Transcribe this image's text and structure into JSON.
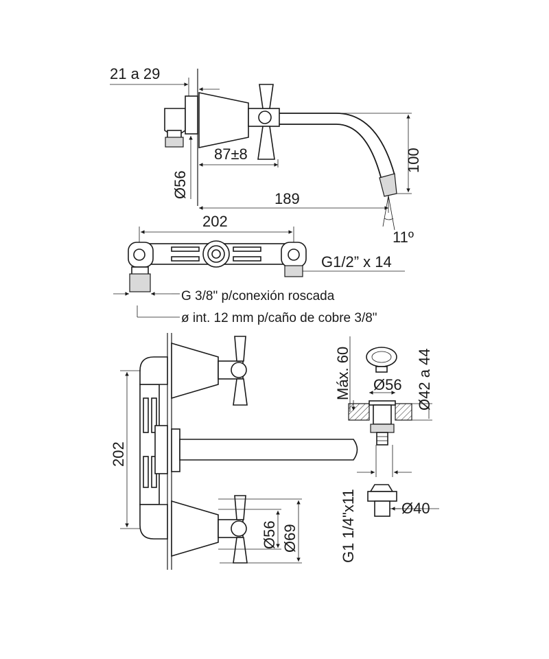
{
  "side_view": {
    "dim_wall_range": "21 a 29",
    "dim_handle_offset": "87±8",
    "dim_flange_dia": "Ø56",
    "dim_spout_height": "100",
    "dim_spout_reach": "189",
    "dim_angle": "11º"
  },
  "rough_in": {
    "dim_center_distance": "202",
    "thread_outlet": "G1/2” x 14",
    "note_thread": "G 3/8\" p/conexión roscada",
    "note_pipe": "ø int. 12 mm p/caño de cobre 3/8\""
  },
  "front_view": {
    "dim_center_distance": "202",
    "dim_flange_56": "Ø56",
    "dim_flange_69": "Ø69"
  },
  "drain": {
    "dim_max": "Máx. 60",
    "dim_hole": "Ø56",
    "dim_range": "Ø42 a 44",
    "dim_thread": "G1 1/4\"x11",
    "dim_outlet": "Ø40"
  }
}
